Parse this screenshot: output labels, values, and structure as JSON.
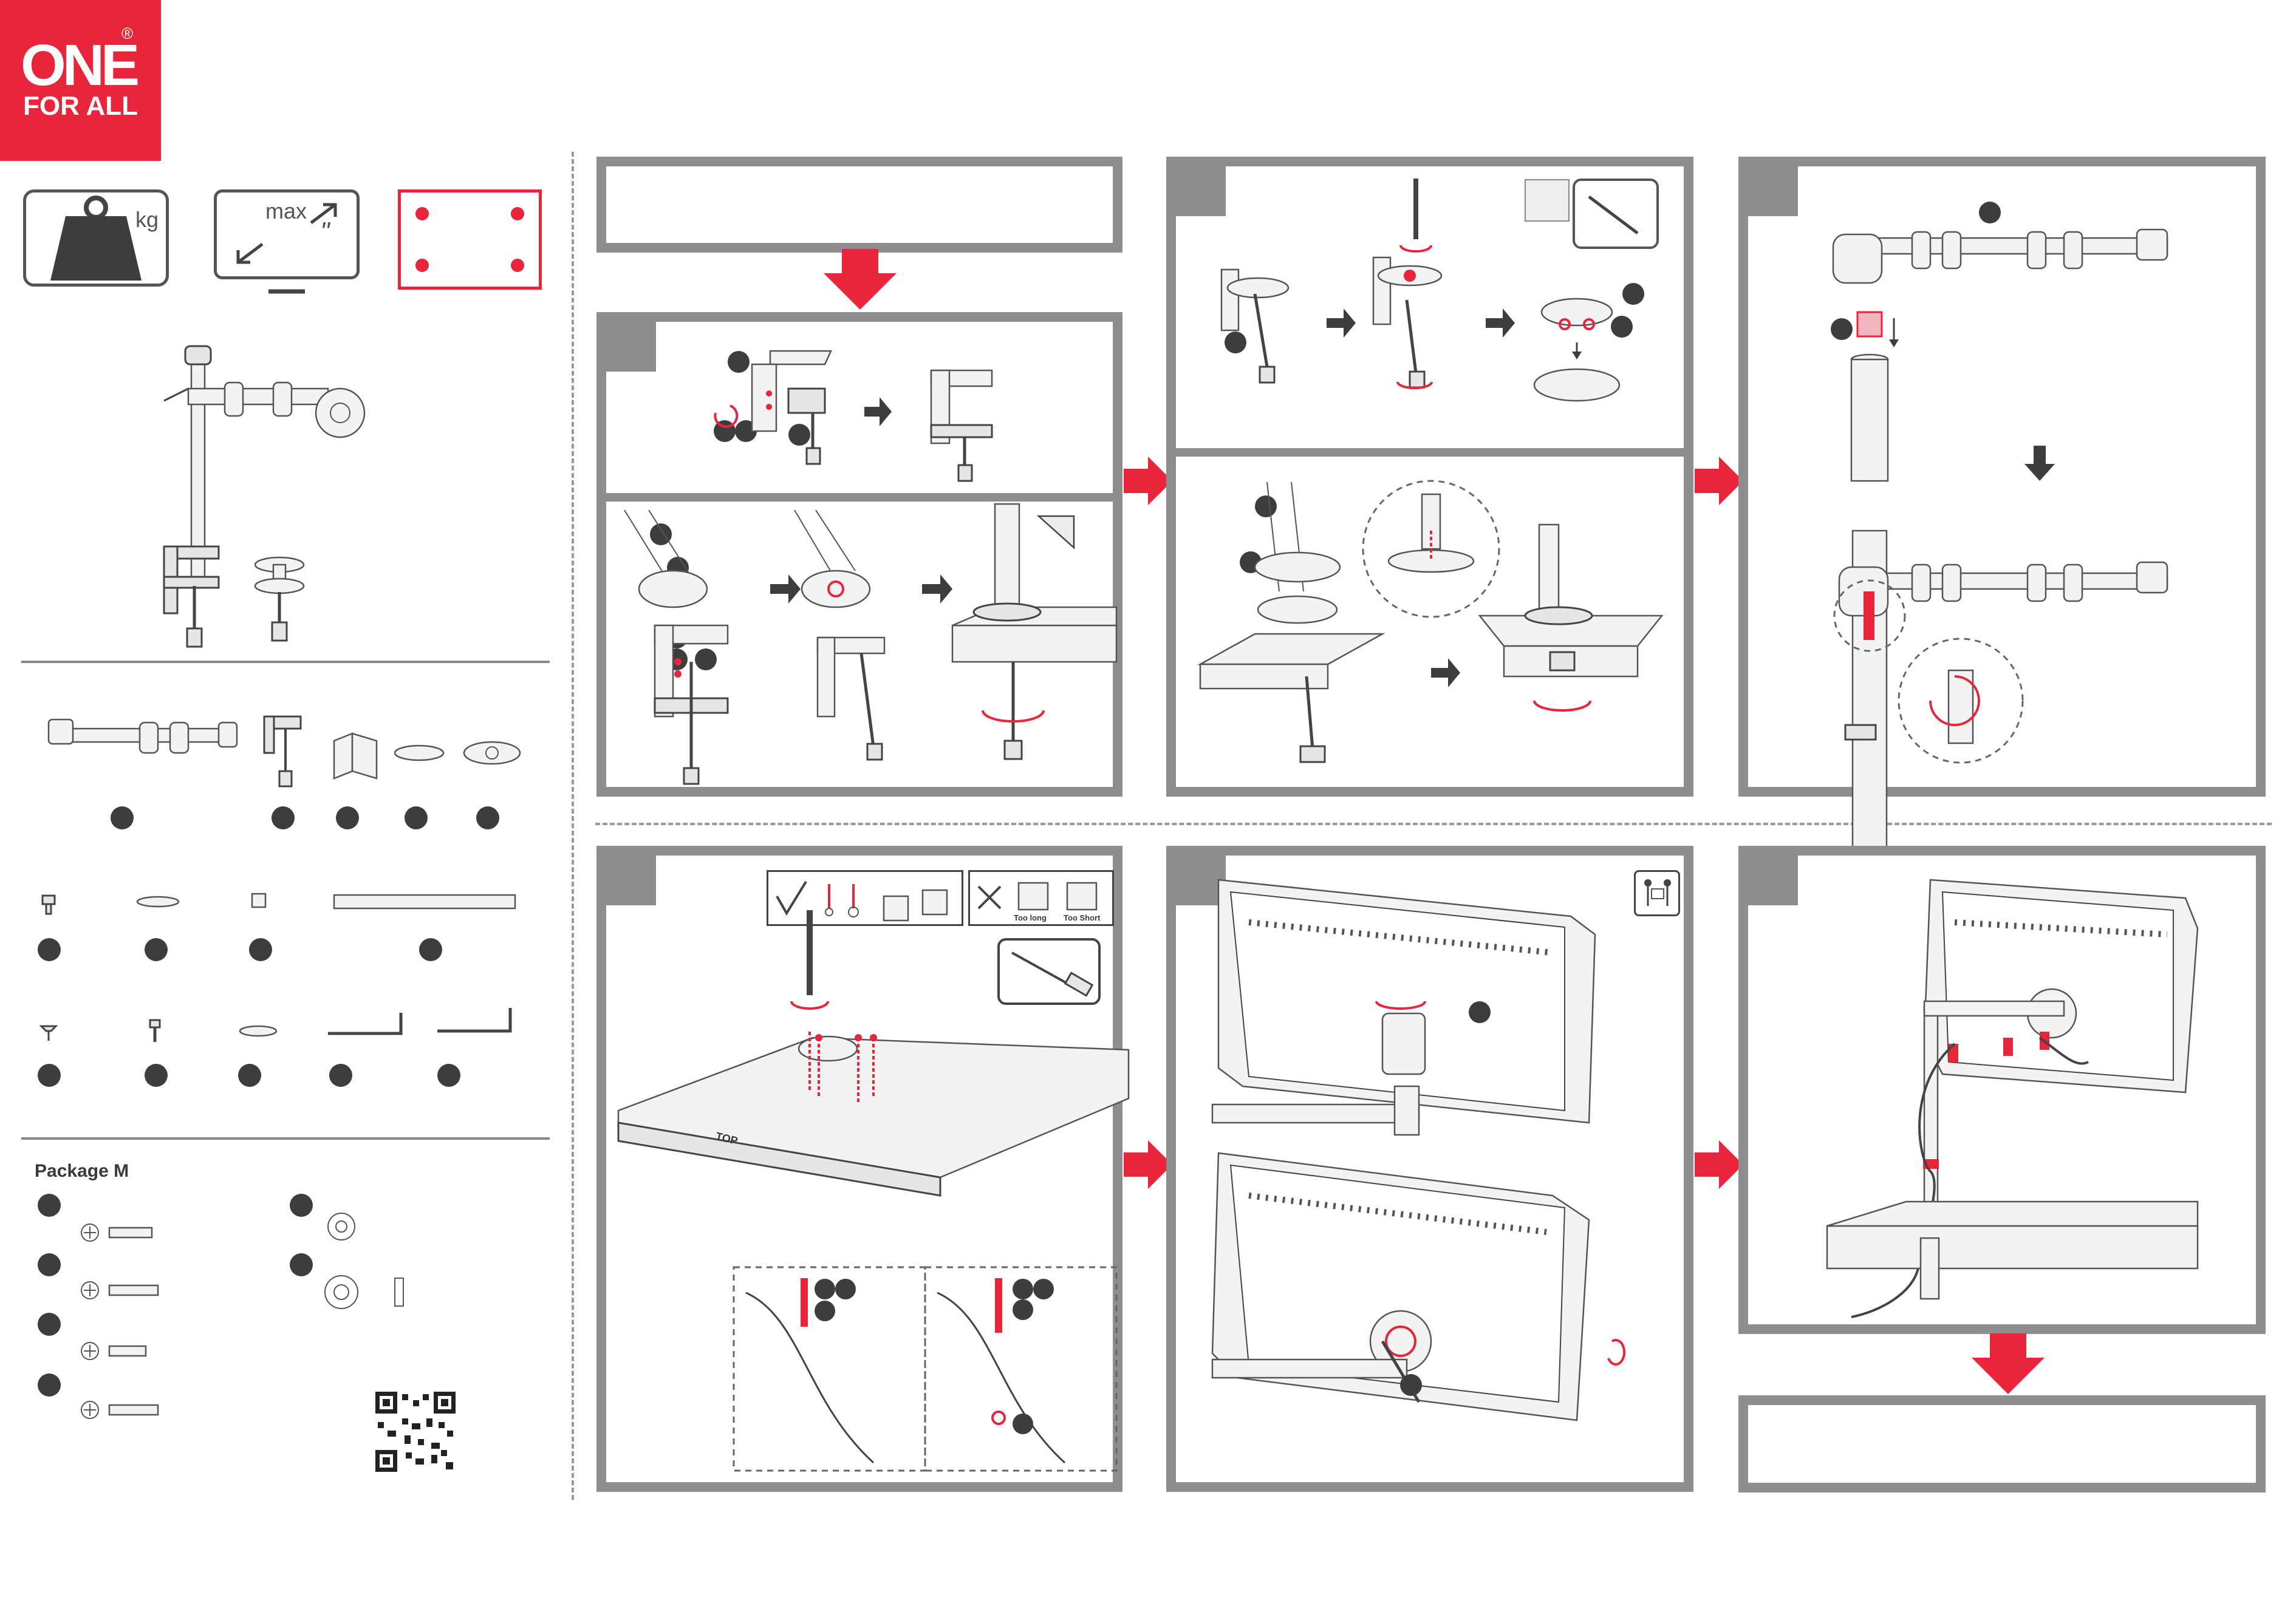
{
  "brand": {
    "logo_line1": "ONE",
    "logo_line2": "FOR ALL",
    "registered": "®",
    "color": "#e8253b"
  },
  "specs": {
    "weight_unit": "kg",
    "max_label": "max",
    "inch_symbol": "\"",
    "icons": [
      "weight-icon",
      "screen-size-icon",
      "vesa-pattern-icon"
    ]
  },
  "parts": {
    "package_title": "Package M"
  },
  "colors": {
    "accent": "#e8253b",
    "frame_grey": "#8e8e8e",
    "dark": "#3d3d3d"
  },
  "check_panel": {
    "too_long": "Too long",
    "too_short": "Too Short"
  },
  "monitor": {
    "top_label": "TOP"
  }
}
